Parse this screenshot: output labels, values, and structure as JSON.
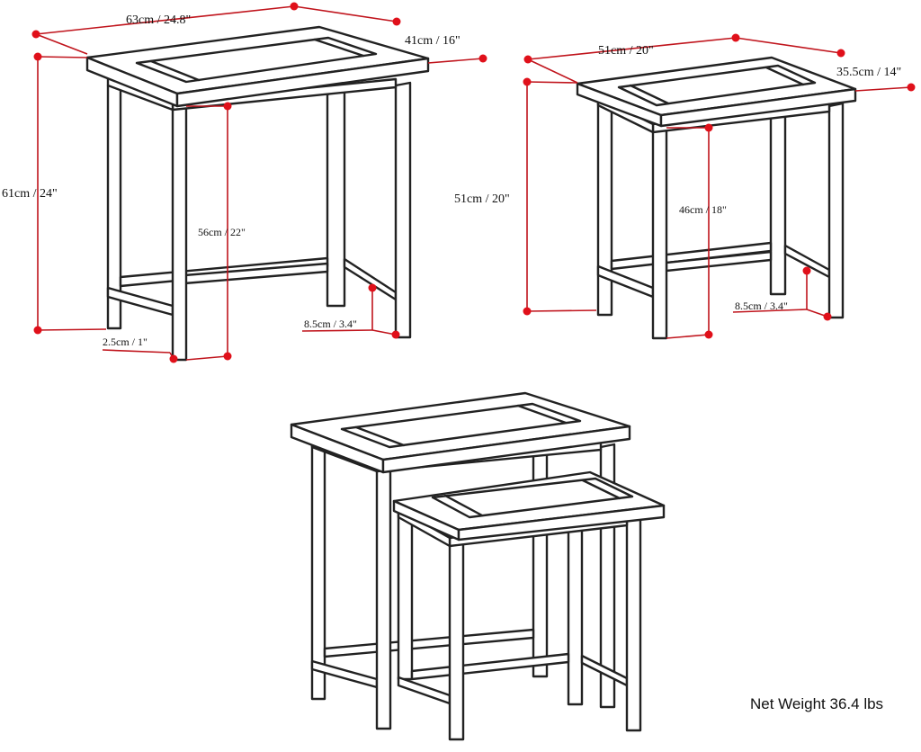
{
  "colors": {
    "line": "#222222",
    "dimension": "#c0141c",
    "dot": "#e0101a",
    "background": "#ffffff"
  },
  "large_table": {
    "width": "63cm / 24.8\"",
    "depth": "41cm / 16\"",
    "height": "61cm / 24\"",
    "clearance": "56cm / 22\"",
    "leg_width": "2.5cm / 1\"",
    "stretcher_height": "8.5cm / 3.4\""
  },
  "small_table": {
    "width": "51cm / 20\"",
    "depth": "35.5cm / 14\"",
    "height": "51cm / 20\"",
    "clearance": "46cm / 18\"",
    "stretcher_height": "8.5cm / 3.4\""
  },
  "net_weight": "Net Weight 36.4 lbs"
}
